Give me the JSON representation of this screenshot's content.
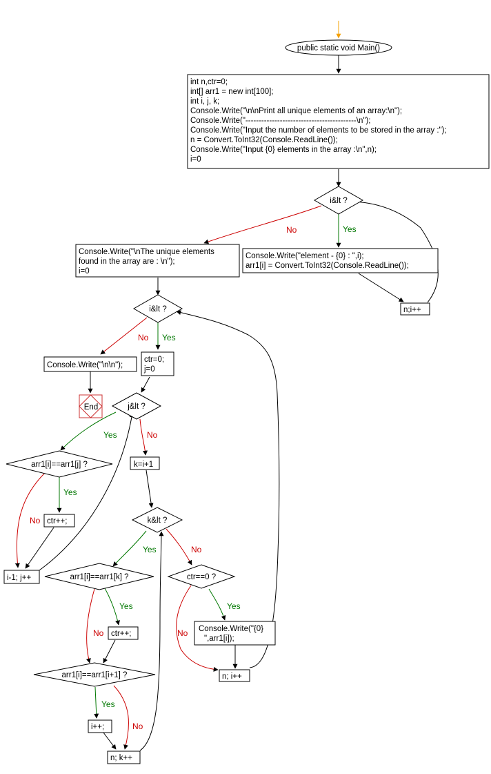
{
  "nodes": {
    "start": "public static void Main()",
    "init_block": [
      "int n,ctr=0;",
      "int[] arr1 = new int[100];",
      "int i, j, k;",
      "Console.Write(\"\\n\\nPrint all unique elements of an array:\\n\");",
      "Console.Write(\"------------------------------------------\\n\");",
      "Console.Write(\"Input the number of elements to be stored in the array :\");",
      "n = Convert.ToInt32(Console.ReadLine());",
      "Console.Write(\"Input {0} elements in the array :\\n\",n);",
      "i=0"
    ],
    "loop1_cond": "i&lt ?",
    "input_block": [
      "Console.Write(\"element - {0} : \",i);",
      "arr1[i] = Convert.ToInt32(Console.ReadLine());"
    ],
    "loop1_incr": "n;i++",
    "unique_block": [
      "Console.Write(\"\\nThe unique elements",
      "found in the array are : \\n\");",
      "i=0"
    ],
    "loop2_cond": "i&lt ?",
    "newline_write": "Console.Write(\"\\n\\n\");",
    "end": "End",
    "ctr_init": [
      "ctr=0;",
      "j=0"
    ],
    "loop3_cond": "j&lt ?",
    "cmp_j": "arr1[i]==arr1[j] ?",
    "ctr_incr1": "ctr++;",
    "loop3_incr": "i-1; j++",
    "k_init": "k=i+1",
    "loop4_cond": "k&lt ?",
    "cmp_k": "arr1[i]==arr1[k] ?",
    "ctr_incr2": "ctr++;",
    "cmp_next": "arr1[i]==arr1[i+1] ?",
    "i_incr": "i++;",
    "loop4_incr": "n; k++",
    "ctr_zero": "ctr==0 ?",
    "print_unique": [
      "Console.Write(\"{0}",
      "\",arr1[i]);"
    ],
    "loop2_incr": "n; i++"
  },
  "labels": {
    "yes": "Yes",
    "no": "No"
  },
  "colors": {
    "yes": "#007700",
    "no": "#cc0000",
    "start_arrow": "#f5a000",
    "end_border": "#cc3333"
  }
}
